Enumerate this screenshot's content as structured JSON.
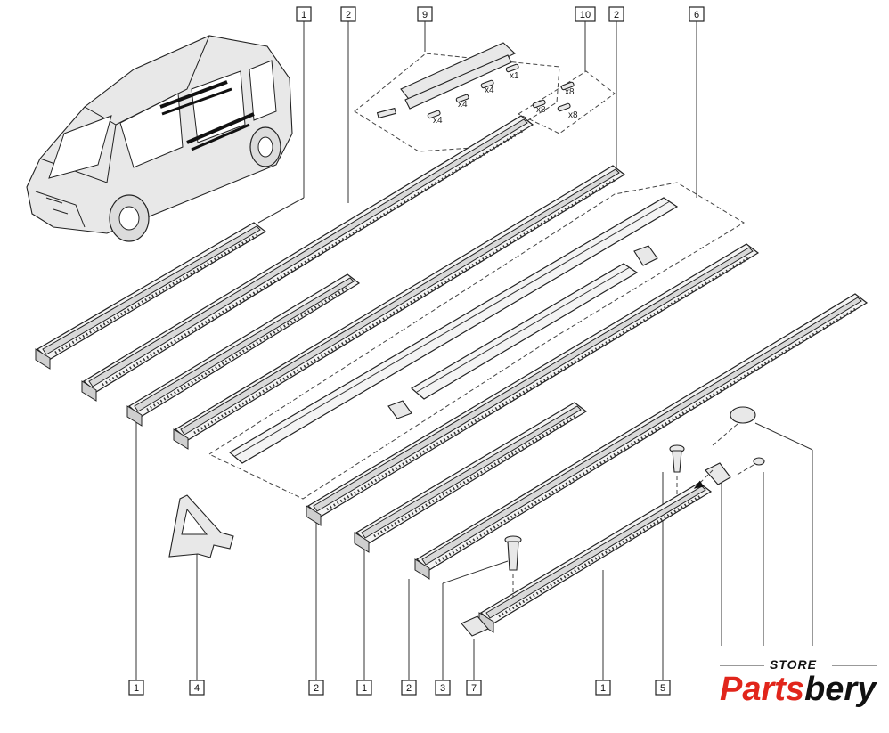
{
  "labels": {
    "top": [
      "1",
      "2",
      "9",
      "10",
      "2",
      "6"
    ],
    "bottom": [
      "1",
      "4",
      "2",
      "1",
      "2",
      "3",
      "7",
      "1",
      "5"
    ]
  },
  "quantities": [
    "x1",
    "x4",
    "x4",
    "x4",
    "x8",
    "x8",
    "x8"
  ],
  "logo": {
    "store": "STORE",
    "brand_a": "Parts",
    "brand_b": "bery"
  }
}
